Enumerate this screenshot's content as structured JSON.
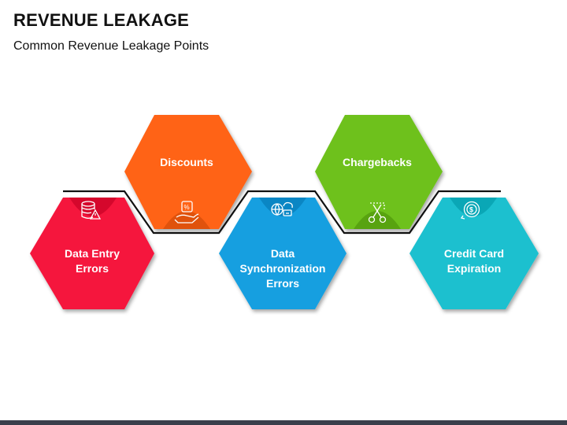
{
  "title": "REVENUE LEAKAGE",
  "subtitle": "Common Revenue Leakage Points",
  "colors": {
    "discounts": "#ff6418",
    "chargebacks": "#6ec11c",
    "data_entry": "#f5163d",
    "data_sync": "#139fe0",
    "credit_card": "#1cc0cf",
    "line": "#111111",
    "footer": "#3a3f4b"
  },
  "items": [
    {
      "id": "discounts",
      "lines": [
        "Discounts"
      ],
      "icon": "discount-hand-icon"
    },
    {
      "id": "chargebacks",
      "lines": [
        "Chargebacks"
      ],
      "icon": "scissors-cut-icon"
    },
    {
      "id": "data_entry",
      "lines": [
        "Data Entry",
        "Errors"
      ],
      "icon": "database-warning-icon"
    },
    {
      "id": "data_sync",
      "lines": [
        "Data",
        "Synchronization",
        "Errors"
      ],
      "icon": "globe-sync-icon"
    },
    {
      "id": "credit_card",
      "lines": [
        "Credit Card",
        "Expiration"
      ],
      "icon": "dollar-coin-icon"
    }
  ]
}
